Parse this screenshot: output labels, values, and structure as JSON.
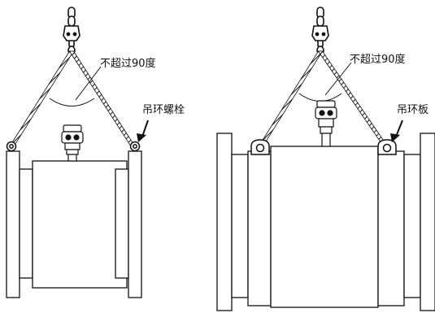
{
  "panels": [
    {
      "angle_label": "不超过90度",
      "part_label": "吊环螺栓"
    },
    {
      "angle_label": "不超过90度",
      "part_label": "吊环板"
    }
  ],
  "colors": {
    "line": "#111111",
    "fill": "#ffffff"
  }
}
